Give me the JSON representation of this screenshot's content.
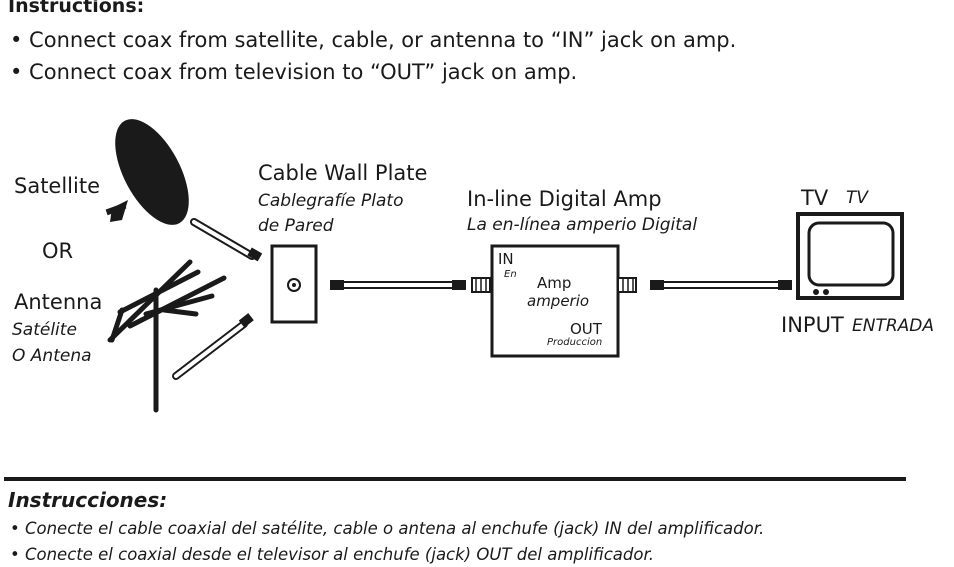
{
  "instructions": {
    "heading": "Instructions:",
    "items": [
      "• Connect coax from satellite, cable, or antenna to “IN” jack on amp.",
      "• Connect coax from television to “OUT” jack on amp."
    ]
  },
  "diagram": {
    "satellite_label": "Satellite",
    "or_label": "OR",
    "antenna_label": "Antenna",
    "antenna_es_1": "Satélite",
    "antenna_es_2": "O Antena",
    "wall_plate_label": "Cable Wall Plate",
    "wall_plate_es_1": "Cablegrafíe Plato",
    "wall_plate_es_2": "de Pared",
    "amp_label": "In-line Digital Amp",
    "amp_es": "La en-línea amperio Digital",
    "amp_in": "IN",
    "amp_in_es": "En",
    "amp_name": "Amp",
    "amp_name_es": "amperio",
    "amp_out": "OUT",
    "amp_out_es": "Produccion",
    "tv_label": "TV",
    "tv_es": "TV",
    "input_label": "INPUT",
    "input_es": "ENTRADA"
  },
  "instrucciones": {
    "heading": "Instrucciones:",
    "items": [
      "• Conecte el cable coaxial del satélite, cable o antena al enchufe (jack) IN del amplificador.",
      "• Conecte el coaxial desde el televisor al enchufe (jack) OUT del amplificador."
    ]
  },
  "colors": {
    "ink": "#1a1a1a",
    "background": "#ffffff"
  }
}
